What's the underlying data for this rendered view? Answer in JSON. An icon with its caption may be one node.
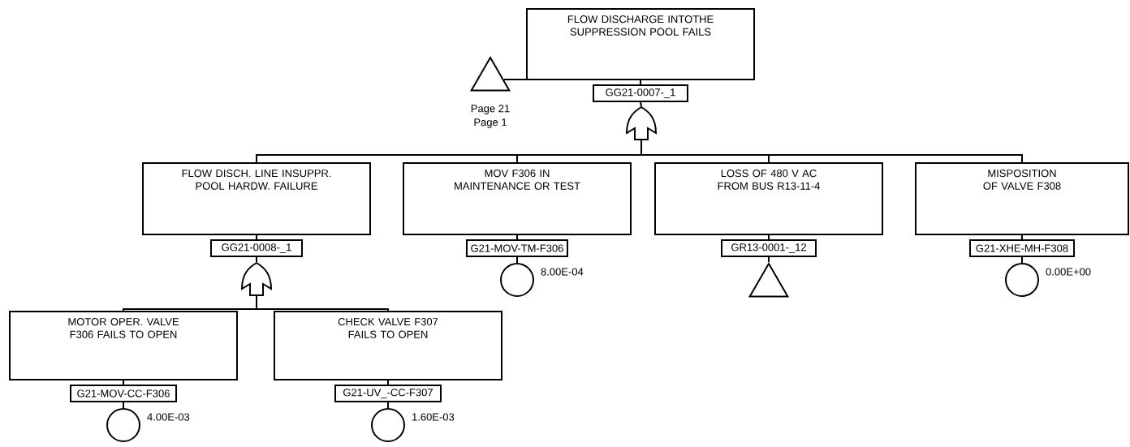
{
  "diagram": {
    "nodes": [
      {
        "text": [
          "FLOW DISCHARGE INTOTHE SUPPRESSION POOL FAILS",
          "GG21-0007-_1"
        ]
      },
      {
        "text": [],
        "shape": "triangle",
        "beside": [
          "Page 21",
          "Page 1"
        ]
      },
      {
        "text": [],
        "shape": "gate"
      },
      {
        "text": [
          "FLOW DISCH. LINE INSUPPR. POOL HARDW. FAILURE",
          "GG21-0008-_1"
        ]
      },
      {
        "text": [
          "MOV F306 IN MAINTENANCE OR TEST",
          "G21-MOV-TM-F306"
        ]
      },
      {
        "text": [],
        "shape": "circle",
        "beside": [
          "8.00E-04"
        ]
      },
      {
        "text": [
          "LOSS OF 480 V AC FROM BUS R13-11-4",
          "GR13-0001-_12"
        ]
      },
      {
        "text": [],
        "shape": "triangle"
      },
      {
        "text": [
          "MISPOSITION OF VALVE F308",
          "G21-XHE-MH-F308"
        ]
      },
      {
        "text": [],
        "shape": "circle",
        "beside": [
          "0.00E+00"
        ]
      },
      {
        "text": [],
        "shape": "gate"
      },
      {
        "text": [
          "MOTOR OPER. VALVE F306 FAILS TO OPEN",
          "G21-MOV-CC-F306"
        ]
      },
      {
        "text": [],
        "shape": "circle",
        "beside": [
          "4.00E-03"
        ]
      },
      {
        "text": [
          "CHECK VALVE F307 FAILS TO OPEN",
          "G21-UV_-CC-F307"
        ]
      },
      {
        "text": [],
        "shape": "circle",
        "beside": [
          "1.60E-03"
        ]
      }
    ],
    "edges": [
      {
        "from": 1,
        "to": 0,
        "arrow": "none"
      },
      {
        "from": 0,
        "to": 2,
        "arrow": "none"
      },
      {
        "from": 2,
        "to": 3,
        "arrow": "none"
      },
      {
        "from": 2,
        "to": 4,
        "arrow": "none"
      },
      {
        "from": 2,
        "to": 6,
        "arrow": "none"
      },
      {
        "from": 2,
        "to": 8,
        "arrow": "none"
      },
      {
        "from": 4,
        "to": 5,
        "arrow": "none"
      },
      {
        "from": 6,
        "to": 7,
        "arrow": "none"
      },
      {
        "from": 8,
        "to": 9,
        "arrow": "none"
      },
      {
        "from": 3,
        "to": 10,
        "arrow": "none"
      },
      {
        "from": 10,
        "to": 11,
        "arrow": "none"
      },
      {
        "from": 10,
        "to": 13,
        "arrow": "none"
      },
      {
        "from": 11,
        "to": 12,
        "arrow": "none"
      },
      {
        "from": 13,
        "to": 14,
        "arrow": "none"
      }
    ]
  }
}
